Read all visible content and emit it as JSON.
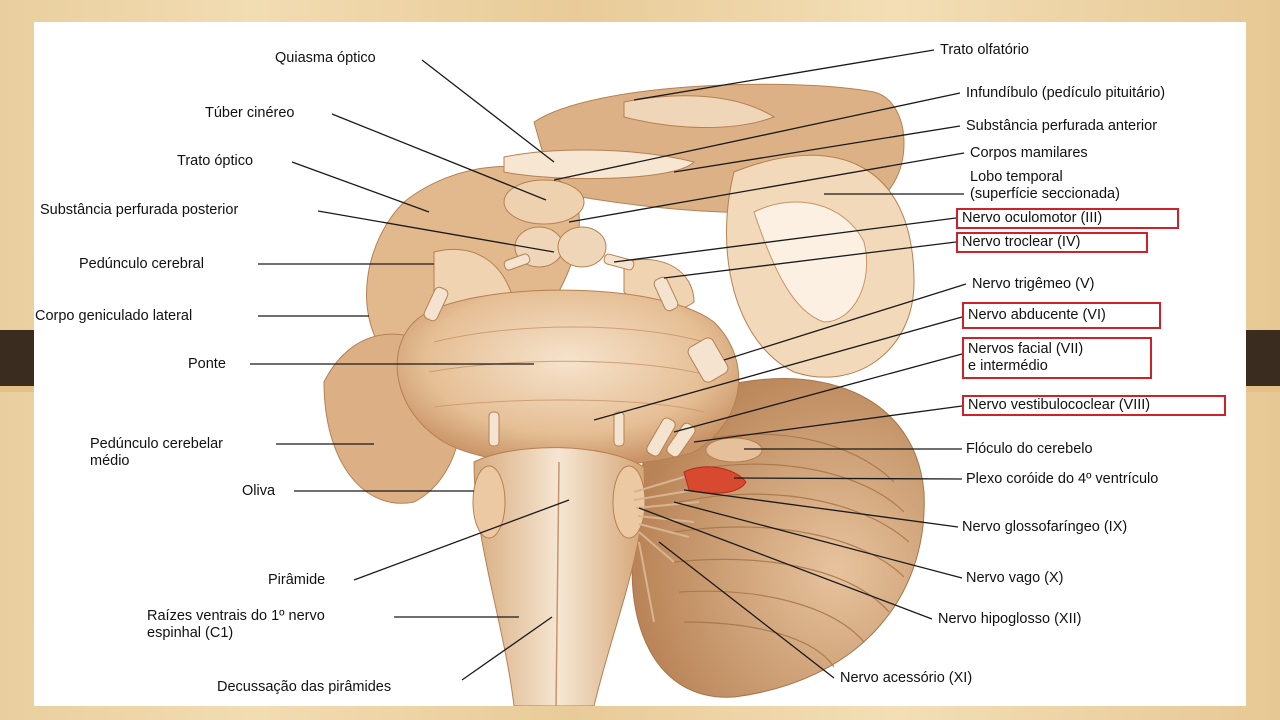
{
  "labels": {
    "left": {
      "quiasma_optico": "Quiasma óptico",
      "tuber_cinereo": "Túber cinéreo",
      "trato_optico": "Trato óptico",
      "subst_perfurada_posterior": "Substância perfurada posterior",
      "pedunculo_cerebral": "Pedúnculo cerebral",
      "corpo_geniculado_lateral": "Corpo geniculado lateral",
      "ponte": "Ponte",
      "pedunculo_cerebelar_medio": "Pedúnculo cerebelar\nmédio",
      "oliva": "Oliva",
      "piramide": "Pirâmide",
      "raizes_ventrais": "Raízes ventrais do 1º nervo\nespinhal (C1)",
      "decussacao": "Decussação das pirâmides"
    },
    "right": {
      "trato_olfatorio": "Trato olfatório",
      "infundibulo": "Infundíbulo (pedículo pituitário)",
      "subst_perfurada_anterior": "Substância perfurada anterior",
      "corpos_mamilares": "Corpos mamilares",
      "lobo_temporal": "Lobo temporal\n(superfície seccionada)",
      "nervo_oculomotor": "Nervo oculomotor (III)",
      "nervo_troclear": "Nervo troclear (IV)",
      "nervo_trigemeo": "Nervo trigêmeo (V)",
      "nervo_abducente": "Nervo abducente (VI)",
      "nervos_facial": "Nervos facial (VII)\ne intermédio",
      "nervo_vestibulococlear": "Nervo vestibulococlear (VIII)",
      "floculo": "Flóculo do cerebelo",
      "plexo_coroide": "Plexo coróide do 4º ventrículo",
      "nervo_glossofaringeo": "Nervo glossofaríngeo (IX)",
      "nervo_vago": "Nervo vago (X)",
      "nervo_hipoglosso": "Nervo hipoglosso (XII)",
      "nervo_acessorio": "Nervo acessório (XI)"
    }
  },
  "colors": {
    "highlight_box": "#d0202a",
    "tissue": "#e0b88a",
    "tissue_light": "#f3dcc0",
    "tissue_dark": "#b98458",
    "plexus": "#d84a30",
    "leader": "#1a1a1a"
  }
}
